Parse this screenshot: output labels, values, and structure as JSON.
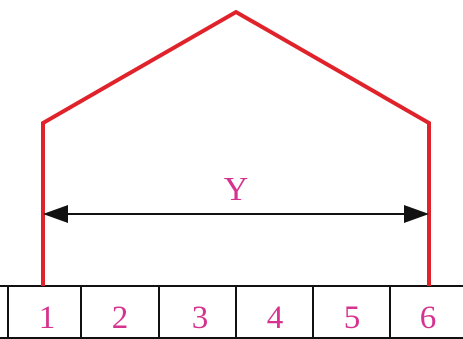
{
  "diagram": {
    "dimension_label": "Y",
    "cells": [
      "1",
      "2",
      "3",
      "4",
      "5",
      "6"
    ],
    "colors": {
      "outline": "#e0222b",
      "label": "#d6338f",
      "lines": "#111111"
    }
  }
}
